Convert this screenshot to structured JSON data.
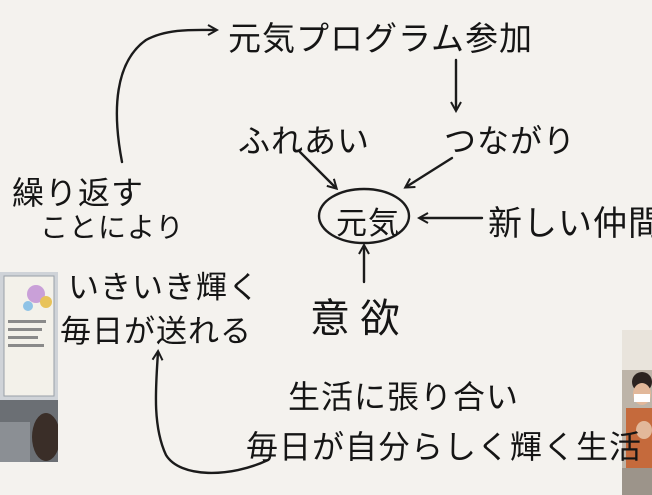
{
  "nodes": {
    "program": "元気プログラム参加",
    "fureai": "ふれあい",
    "tsunagari": "つながり",
    "genki": "元気",
    "nakama": "新しい仲間",
    "iyoku": "意欲",
    "kurikaesu_1": "繰り返す",
    "kurikaesu_2": "ことにより",
    "kagayaku_1": "いきいき輝く",
    "kagayaku_2": "毎日が送れる",
    "seikatsu_1": "生活に張り合い",
    "seikatsu_2": "毎日が自分らしく輝く生活"
  }
}
